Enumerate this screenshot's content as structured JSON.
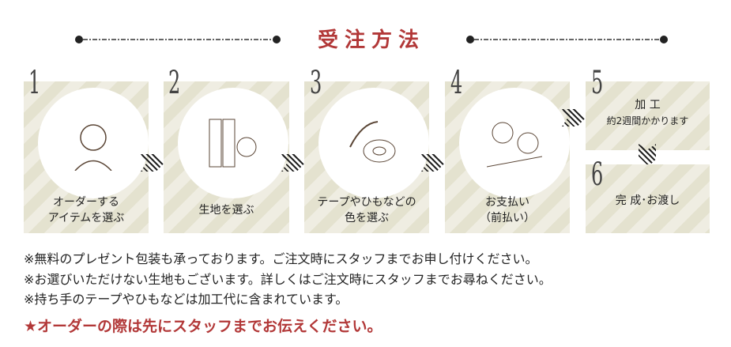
{
  "title": "受注方法",
  "steps": [
    {
      "number": "1",
      "label_line1": "オーダーする",
      "label_line2": "アイテムを選ぶ"
    },
    {
      "number": "2",
      "label_line1": "生地を選ぶ",
      "label_line2": ""
    },
    {
      "number": "3",
      "label_line1": "テープやひもなどの",
      "label_line2": "色を選ぶ"
    },
    {
      "number": "4",
      "label_line1": "お支払い",
      "label_line2": "（前払い）"
    },
    {
      "number": "5",
      "label_line1": "加 工",
      "label_line2": "約2週間かかります"
    },
    {
      "number": "6",
      "label_line1": "完 成･お渡し",
      "label_line2": ""
    }
  ],
  "notes": [
    "※無料のプレゼント包装も承っております。ご注文時にスタッフまでお申し付けください。",
    "※お選びいただけない生地もございます。詳しくはご注文時にスタッフまでお尋ねください。",
    "※持ち手のテープやひもなどは加工代に含まれています。"
  ],
  "warning": "★オーダーの際は先にスタッフまでお伝えください。",
  "colors": {
    "accent": "#b23838",
    "panel_dark": "#e4e2cf",
    "panel_light": "#efede2"
  }
}
